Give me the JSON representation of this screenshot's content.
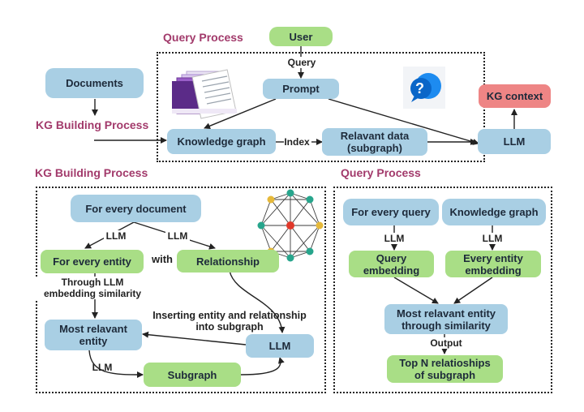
{
  "top": {
    "title_query_process": "Query Process",
    "title_kg_building": "KG Building Process",
    "user": "User",
    "query_label": "Query",
    "prompt": "Prompt",
    "documents": "Documents",
    "knowledge_graph": "Knowledge graph",
    "index_label": "Index",
    "relevant_data_line1": "Relavant data",
    "relevant_data_line2": "(subgraph)",
    "llm": "LLM",
    "kg_context": "KG context"
  },
  "left": {
    "title": "KG Building Process",
    "for_every_document": "For every document",
    "llm_label_1": "LLM",
    "llm_label_2": "LLM",
    "for_every_entity": "For every entity",
    "with_label": "with",
    "relationship": "Relationship",
    "through_line1": "Through LLM",
    "through_line2": "embedding similarity",
    "inserting_line1": "Inserting entity and relationship",
    "inserting_line2": "into subgraph",
    "most_relevant_line1": "Most relavant",
    "most_relevant_line2": "entity",
    "llm_box": "LLM",
    "llm_label_3": "LLM",
    "subgraph": "Subgraph"
  },
  "right": {
    "title": "Query Process",
    "for_every_query": "For every query",
    "knowledge_graph": "Knowledge graph",
    "llm_label_1": "LLM",
    "llm_label_2": "LLM",
    "query_embedding_line1": "Query",
    "query_embedding_line2": "embedding",
    "entity_embedding_line1": "Every entity",
    "entity_embedding_line2": "embedding",
    "most_relevant_line1": "Most relavant entity",
    "most_relevant_line2": "through similarity",
    "output_label": "Output",
    "top_n_line1": "Top N relatioships",
    "top_n_line2": "of subgraph"
  },
  "colors": {
    "blue_node": "#a9cfe4",
    "green_node": "#a9de86",
    "red_node": "#ee8585",
    "title": "#a23a6b"
  },
  "icons": [
    "documents-stack-icon",
    "question-chat-icon",
    "graph-network-icon"
  ]
}
